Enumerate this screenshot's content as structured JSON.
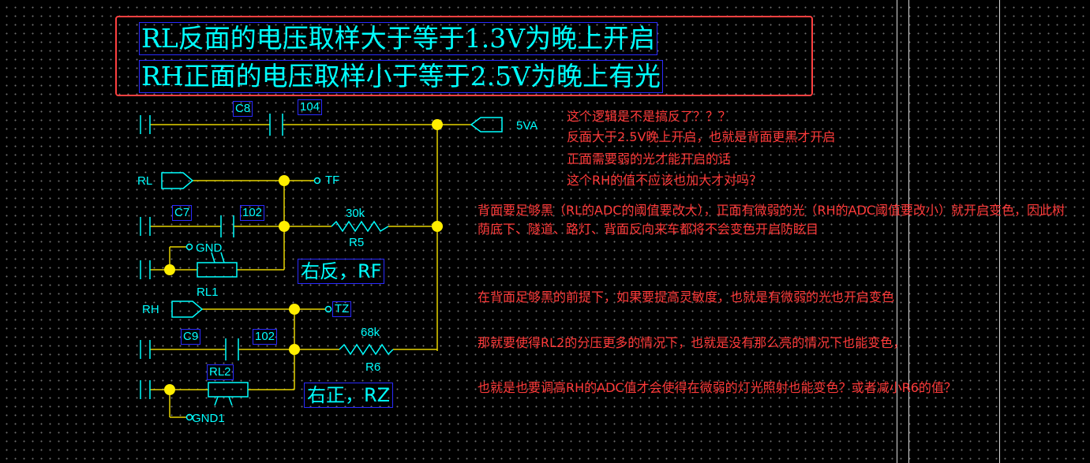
{
  "title": {
    "line1": "RL反面的电压取样大于等于1.3V为晚上开启",
    "line2": "RH正面的电压取样小于等于2.5V为晚上有光"
  },
  "components": {
    "c8": "C8",
    "c8_value": "104",
    "c7": "C7",
    "c7_value": "102",
    "c9": "C9",
    "c9_value": "102",
    "r5": "R5",
    "r5_value": "30k",
    "r6": "R6",
    "r6_value": "68k",
    "rl1": "RL1",
    "rl2": "RL2",
    "gnd": "GND",
    "gnd1": "GND1"
  },
  "ports": {
    "supply": "5VA",
    "rl": "RL",
    "rh": "RH",
    "tf": "TF",
    "tz": "TZ"
  },
  "labels": {
    "right_back": "右反，RF",
    "right_front": "右正，RZ"
  },
  "notes": {
    "q1": "这个逻辑是不是搞反了？？？",
    "q2": "反面大于2.5V晚上开启，也就是背面更黑才开启",
    "q3": "正面需要弱的光才能开启的话",
    "q4": "这个RH的值不应该也加大才对吗？",
    "p1": "背面要足够黑（RL的ADC的阈值要改大），正面有微弱的光（RH的ADC阈值要改小）就开启变色，因此树荫底下、隧道、路灯、背面反向来车都将不会变色开启防眩目",
    "p2": "在背面足够黑的前提下，如果要提高灵敏度，也就是有微弱的光也开启变色",
    "p3": "那就要使得RL2的分压更多的情况下，也就是没有那么亮的情况下也能变色，",
    "p4": "也就是也要调高RH的ADC值才会使得在微弱的灯光照射也能变色？或者减小R6的值？"
  },
  "colors": {
    "wire": "#e6d200",
    "component": "#00ffff",
    "junction": "#ffee00",
    "note": "#ff3a3a",
    "title_border": "#ff4040"
  }
}
